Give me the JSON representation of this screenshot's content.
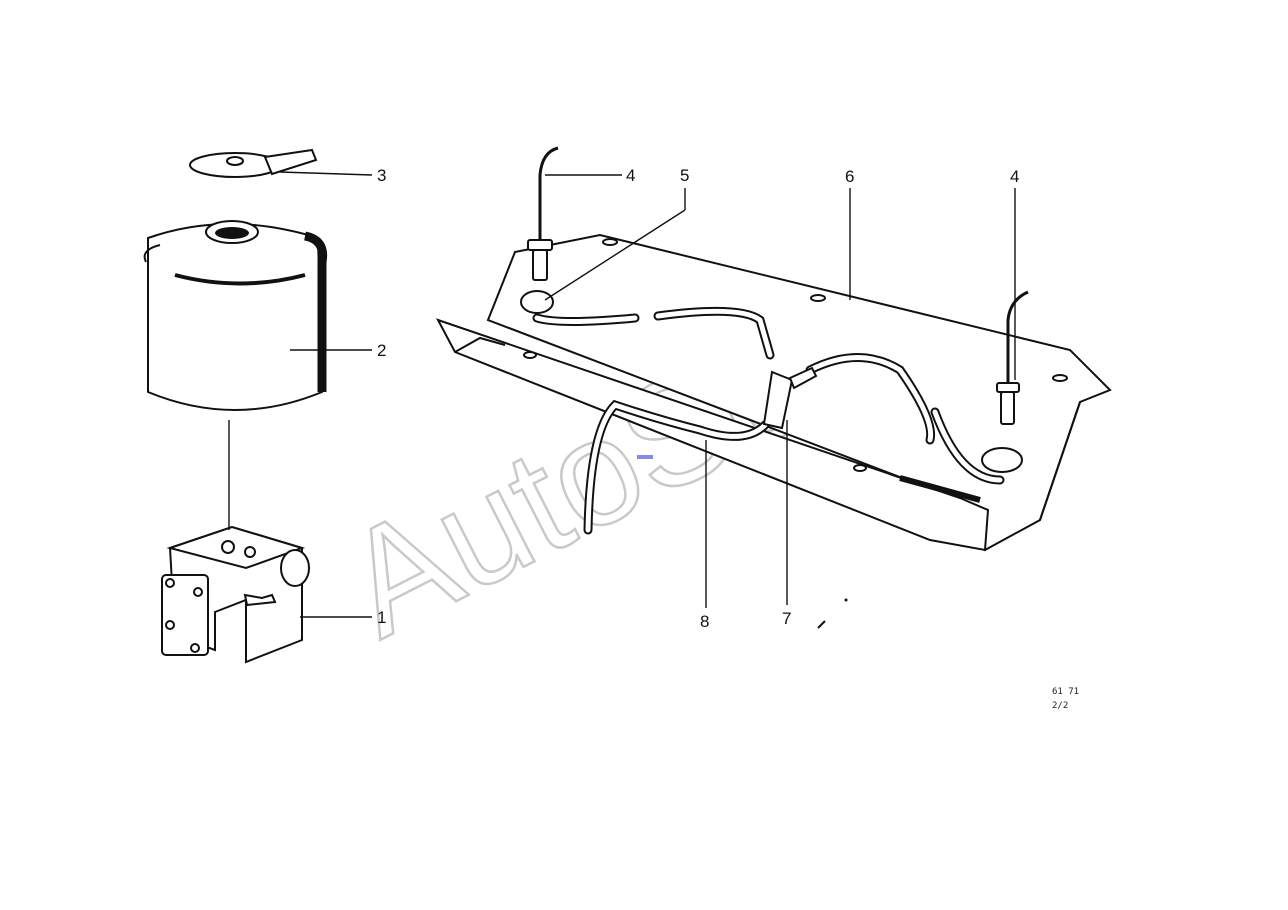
{
  "callouts": [
    "1",
    "2",
    "3",
    "4",
    "5",
    "6",
    "4",
    "7",
    "8"
  ],
  "footer": {
    "code": "61 71",
    "page": "2/2"
  },
  "watermark": "AutoSoft",
  "colors": {
    "ink": "#111111",
    "watermark": "#c9c9c9",
    "marker": "#8a8ae6"
  }
}
